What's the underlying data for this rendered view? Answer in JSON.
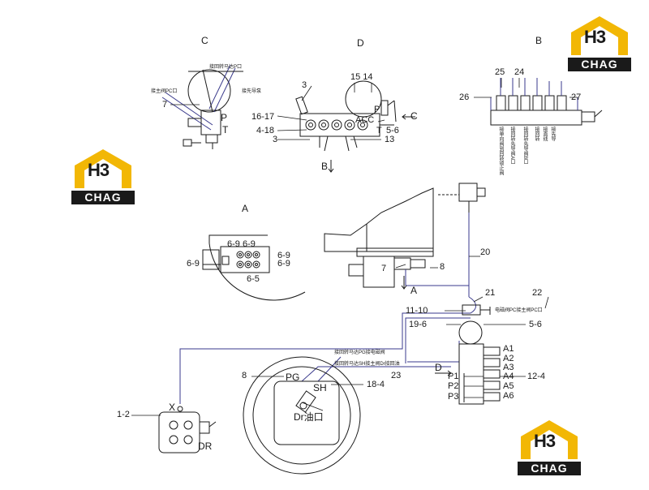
{
  "colors": {
    "line": "#1a1a1a",
    "hose": "#3a3a8c",
    "logo_gold": "#f2b705",
    "logo_dark": "#1a1a1a"
  },
  "logo": {
    "mark": "H3",
    "text": "CHAG"
  },
  "views": {
    "c": "C",
    "d": "D",
    "b": "B",
    "a": "A"
  },
  "view_c": {
    "cn1": "接回转马达P口",
    "cn2": "接主阀PC口",
    "cn3": "接先导泵",
    "n7": "7",
    "p": "P",
    "t": "T"
  },
  "view_d": {
    "n3a": "3",
    "n15_14": "15 14",
    "n16_17": "16-17",
    "n4_18": "4-18",
    "n3b": "3",
    "acc": "ACC",
    "p": "P",
    "t": "T",
    "n5_6": "5-6",
    "n13": "13",
    "c_arrow": "C",
    "b_arrow": "B"
  },
  "view_b": {
    "n25": "25",
    "n24": "24",
    "n26": "26",
    "n27": "27",
    "cn": [
      "接单向阀到回转锁止阀",
      "接回转先导阀A口",
      "接回转先导阀B口",
      "接回转",
      "接直线",
      "接先导"
    ]
  },
  "view_a": {
    "r1": "6-9  6-9",
    "left": "6-9",
    "right_top": "6-9",
    "right_bot": "6-9",
    "bottom": "6-5"
  },
  "main": {
    "n7": "7",
    "n8a": "8",
    "n20": "20",
    "a_arrow": "A",
    "n21": "21",
    "n22": "22",
    "n11_10": "11-10",
    "cn_valve": "电磁阀PC接主阀PC口",
    "n19_6": "19-6",
    "n5_6": "5-6",
    "a1": "A1",
    "a2": "A2",
    "a3": "A3",
    "a4": "A4",
    "a5": "A5",
    "a6": "A6",
    "p1": "P1",
    "p2": "P2",
    "p3": "P3",
    "n12_4": "12-4",
    "d_arrow": "D",
    "cn_motor1": "接回转马达PG接电磁阀",
    "cn_motor2": "接回转马达SH接主阀Dr接回油",
    "n8b": "8",
    "pg": "PG",
    "sh": "SH",
    "n23": "23",
    "n18_4": "18-4",
    "dr_port": "Dr油口",
    "n1_2": "1-2",
    "x": "X",
    "dr": "DR"
  }
}
